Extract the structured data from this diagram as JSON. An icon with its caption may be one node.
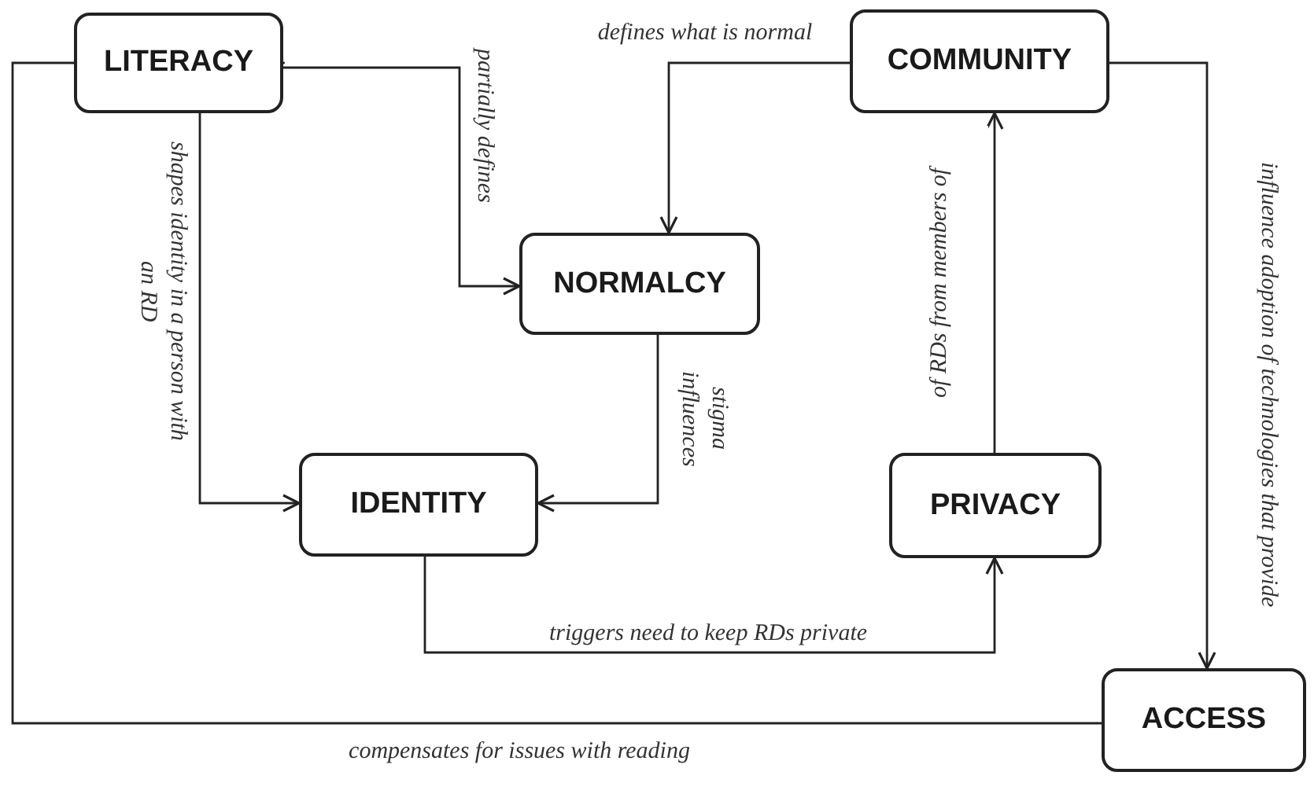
{
  "diagram": {
    "nodes": [
      {
        "text": [
          "LITERACY"
        ]
      },
      {
        "text": [
          "COMMUNITY"
        ]
      },
      {
        "text": [
          "NORMALCY"
        ]
      },
      {
        "text": [
          "IDENTITY"
        ]
      },
      {
        "text": [
          "PRIVACY"
        ]
      },
      {
        "text": [
          "ACCESS"
        ]
      }
    ],
    "edges": [
      {
        "from": 0,
        "to": 2,
        "arrow": "to",
        "label": "partially defines"
      },
      {
        "from": 1,
        "to": 2,
        "arrow": "to",
        "label": "defines what is normal"
      },
      {
        "from": 0,
        "to": 3,
        "arrow": "to",
        "label": "shapes identity in a person with an RD"
      },
      {
        "from": 2,
        "to": 3,
        "arrow": "to",
        "label": "stigma influences"
      },
      {
        "from": 3,
        "to": 4,
        "arrow": "to",
        "label": "triggers need to keep RDs private"
      },
      {
        "from": 4,
        "to": 1,
        "arrow": "to",
        "label": "of RDs from members of"
      },
      {
        "from": 1,
        "to": 5,
        "arrow": "to",
        "label": "influence adoption of technologies that provide"
      },
      {
        "from": 5,
        "to": 0,
        "arrow": "to",
        "label": "compensates for issues with reading"
      }
    ]
  }
}
